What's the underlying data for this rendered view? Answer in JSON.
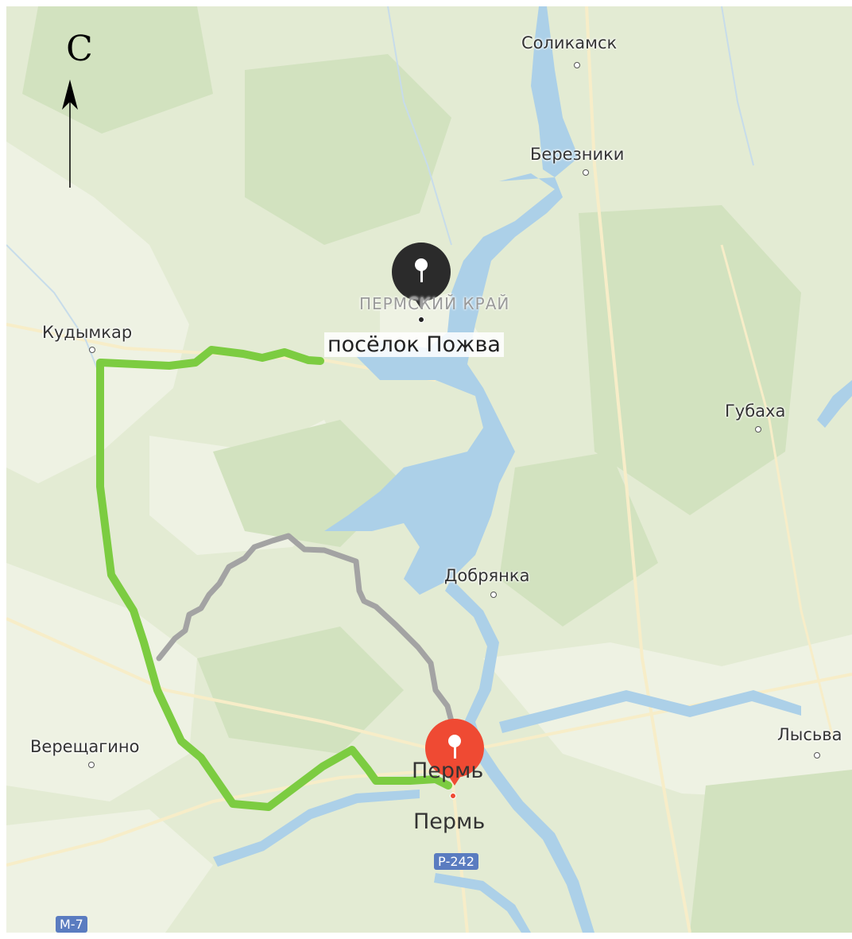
{
  "compass": {
    "north_letter": "С"
  },
  "region_label": "ПЕРМСКИЙ КРАЙ",
  "cities": {
    "solikamsk": "Соликамск",
    "berezniki": "Березники",
    "kudymkar": "Кудымкар",
    "gubakha": "Губаха",
    "dobryanka": "Добрянка",
    "vereshchagino": "Верещагино",
    "lysva": "Лысьва"
  },
  "origin": {
    "label": "посёлок Пожва"
  },
  "destination": {
    "label": "Пермь",
    "label_overlapped": "Пермь"
  },
  "road_shields": {
    "r242": "Р-242",
    "m7": "М-7"
  },
  "colors": {
    "land": "#e3ebd3",
    "forest": "#d2e2bf",
    "water": "#acd0e8",
    "route_main": "#7ccc41",
    "route_alt": "#a3a3a3",
    "origin_pin": "#2b2b2b",
    "destination_pin": "#ef4a33",
    "roads": "#f7edc8"
  }
}
